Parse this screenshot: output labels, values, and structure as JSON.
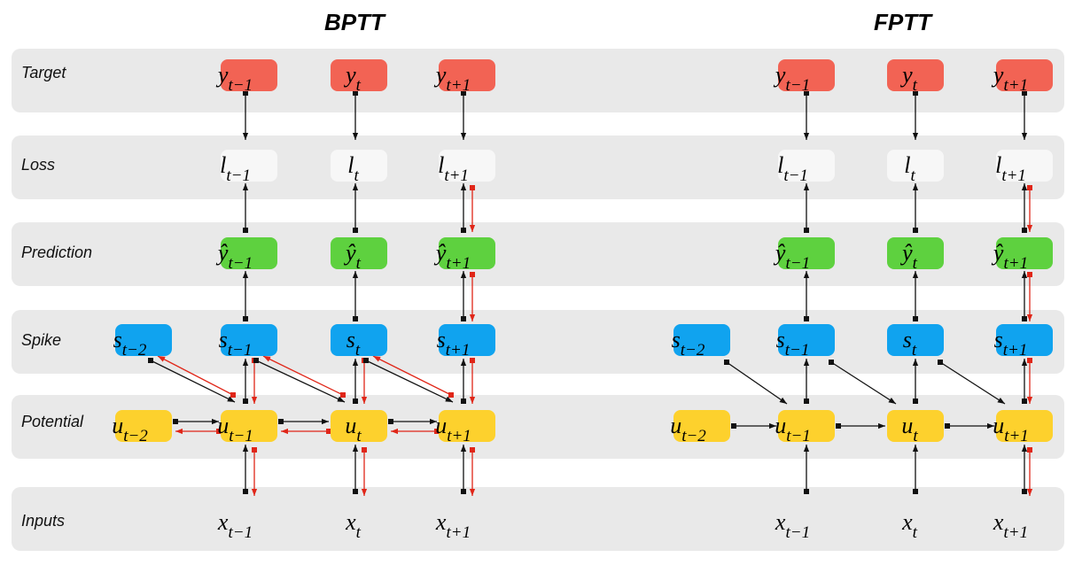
{
  "titles": {
    "left": "BPTT",
    "right": "FPTT"
  },
  "rows": [
    {
      "id": "target",
      "label": "Target"
    },
    {
      "id": "loss",
      "label": "Loss"
    },
    {
      "id": "prediction",
      "label": "Prediction"
    },
    {
      "id": "spike",
      "label": "Spike"
    },
    {
      "id": "potential",
      "label": "Potential"
    },
    {
      "id": "inputs",
      "label": "Inputs"
    }
  ],
  "colors": {
    "target": "#f26354",
    "loss": "#f7f7f7",
    "prediction": "#5ed13f",
    "spike": "#10a3ef",
    "potential": "#fdd12d",
    "band": "#e9e9e9",
    "forward_arrow": "#111111",
    "backward_arrow": "#e02618"
  },
  "timesteps": [
    "t−1",
    "t",
    "t+1"
  ],
  "prev_subscript": "t−2",
  "symbols": {
    "target": "y",
    "loss": "l",
    "prediction": "ŷ",
    "spike": "s",
    "potential": "u",
    "inputs": "x"
  }
}
